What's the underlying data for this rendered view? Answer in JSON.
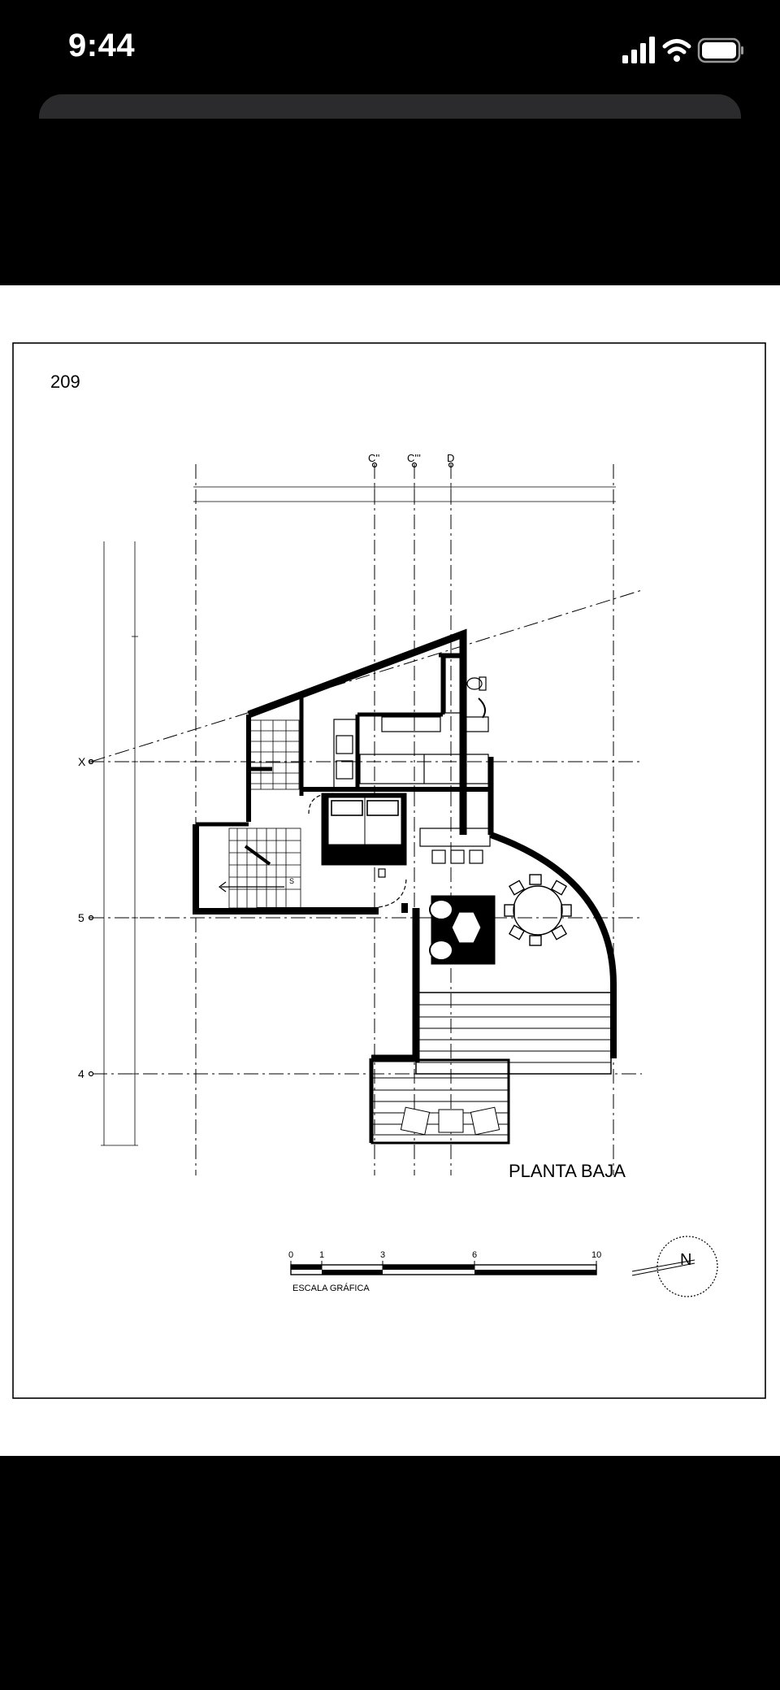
{
  "status_bar": {
    "time": "9:44",
    "icons": [
      "signal-icon",
      "wifi-icon",
      "battery-icon"
    ]
  },
  "plan": {
    "page_number": "209",
    "title": "PLANTA BAJA",
    "grid_labels": {
      "c2": "C''",
      "c3": "C'''",
      "d": "D",
      "x": "X",
      "five": "5",
      "four": "4"
    },
    "scale": {
      "label": "ESCALA GRÁFICA",
      "ticks": [
        "0",
        "1",
        "3",
        "6",
        "10"
      ]
    },
    "north_label": "N"
  }
}
